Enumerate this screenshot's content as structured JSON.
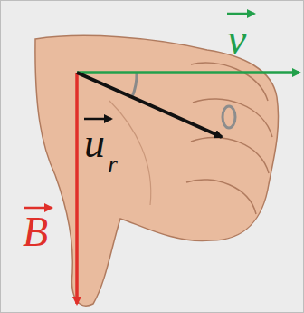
{
  "diagram": {
    "labels": [
      "v",
      "u",
      "r",
      "B"
    ]
  }
}
